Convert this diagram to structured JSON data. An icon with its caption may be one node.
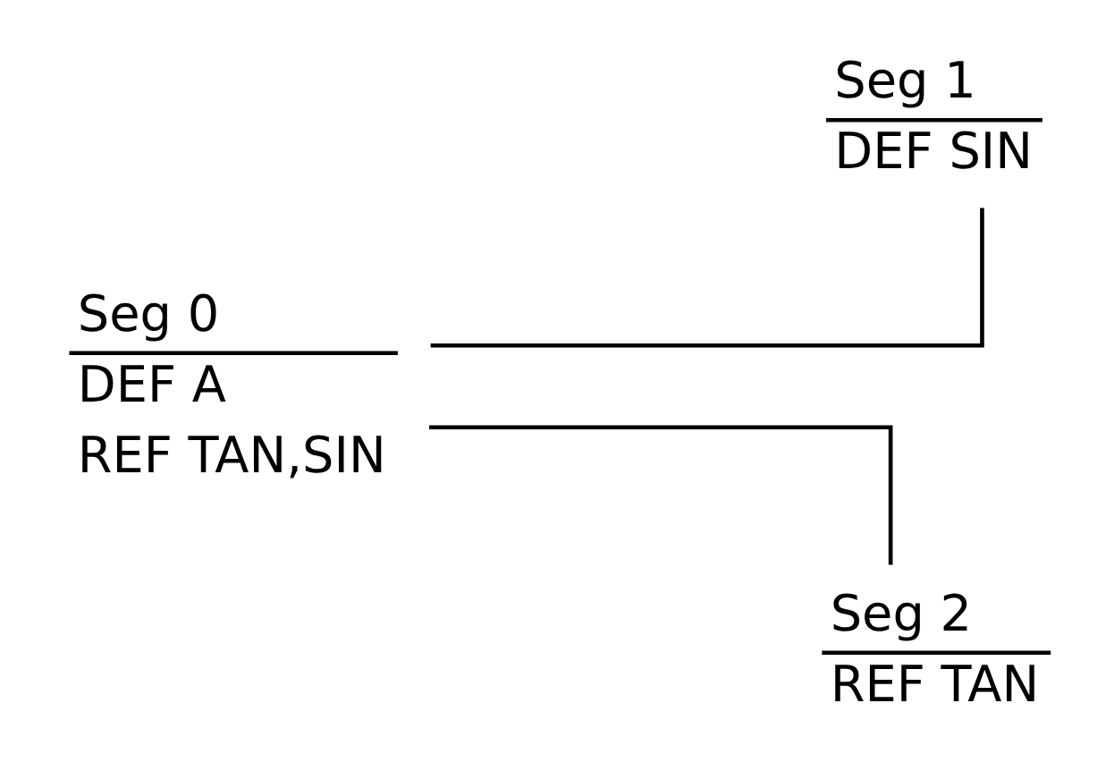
{
  "diagram": {
    "nodes": [
      {
        "text": [
          "Seg 0",
          "DEF A",
          "REF TAN,SIN"
        ]
      },
      {
        "text": [
          "Seg 1",
          "DEF SIN"
        ]
      },
      {
        "text": [
          "Seg 2",
          "REF TAN"
        ]
      }
    ],
    "edges": [
      {
        "from": 0,
        "to": 1,
        "arrow": "none"
      },
      {
        "from": 0,
        "to": 2,
        "arrow": "none"
      }
    ]
  }
}
